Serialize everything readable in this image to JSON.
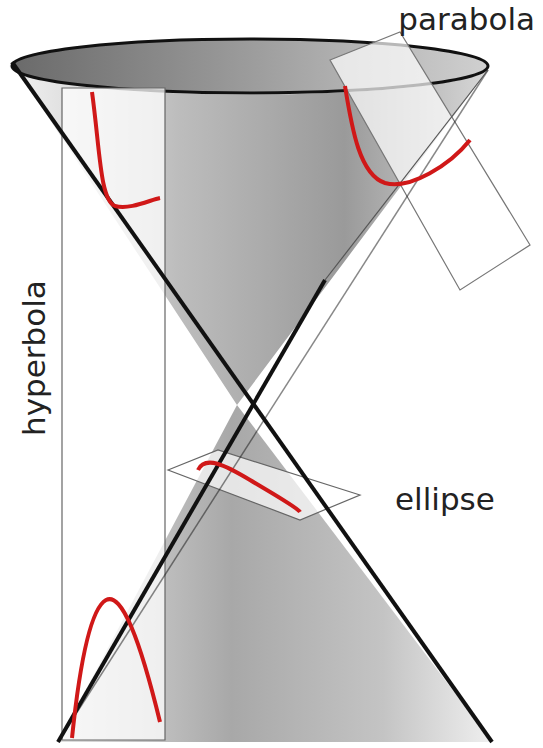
{
  "diagram": {
    "labels": [
      "parabola",
      "hyperbola",
      "ellipse"
    ]
  }
}
